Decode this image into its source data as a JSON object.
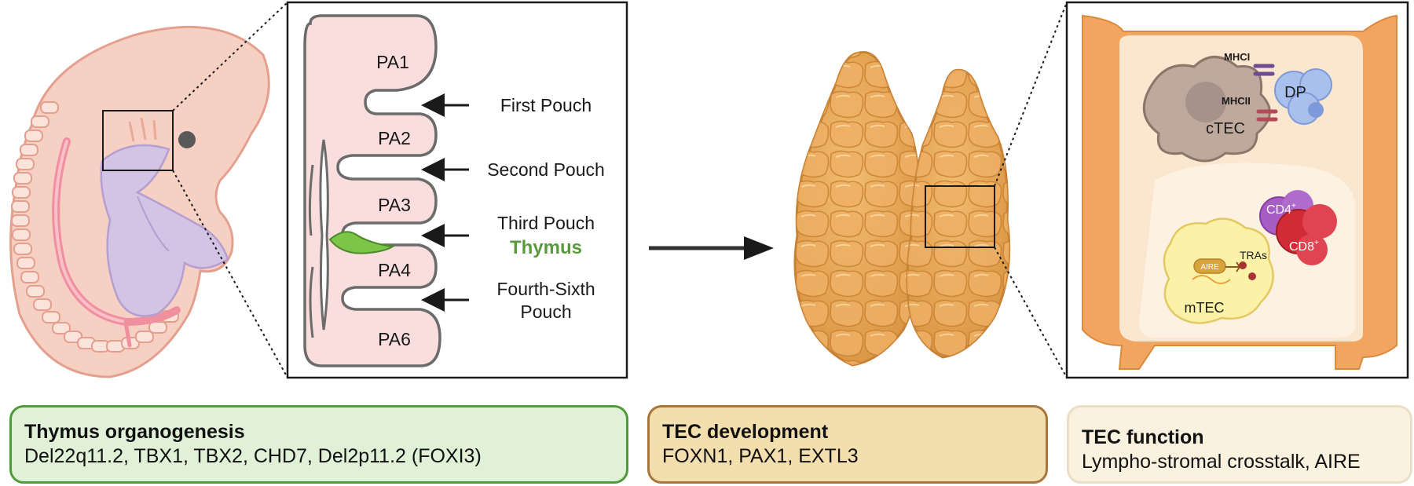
{
  "pharyngeal_arches": {
    "arch_labels": [
      "PA1",
      "PA2",
      "PA3",
      "PA4",
      "PA6"
    ],
    "pouch_labels": {
      "first": "First Pouch",
      "second": "Second Pouch",
      "third": "Third Pouch",
      "thymus": "Thymus",
      "fourth_sixth_line1": "Fourth-Sixth",
      "fourth_sixth_line2": "Pouch"
    }
  },
  "tec_detail": {
    "ctec": "cTEC",
    "mhc1": "MHCI",
    "mhc2": "MHCII",
    "dp": "DP",
    "cd4": "CD4",
    "cd8": "CD8",
    "superscript_plus": "+",
    "mtec": "mTEC",
    "aire": "AIRE",
    "tras": "TRAs"
  },
  "boxes": {
    "organogenesis": {
      "title": "Thymus organogenesis",
      "text": "Del22q11.2, TBX1, TBX2, CHD7,  Del2p11.2 (FOXI3)"
    },
    "development": {
      "title": "TEC development",
      "text": "FOXN1, PAX1, EXTL3"
    },
    "function": {
      "title": "TEC function",
      "text": "Lympho-stromal crosstalk, AIRE"
    }
  },
  "colors": {
    "embryo_skin": "#f7d0c4",
    "embryo_outline": "#e4a08e",
    "arch_fill": "#fadddd",
    "thymus_green": "#5a9a3c",
    "thymus_organ": "#e8a95a",
    "organogenesis_box": "#e0f1d8",
    "development_box": "#f3deae",
    "function_box": "#faf1de"
  }
}
